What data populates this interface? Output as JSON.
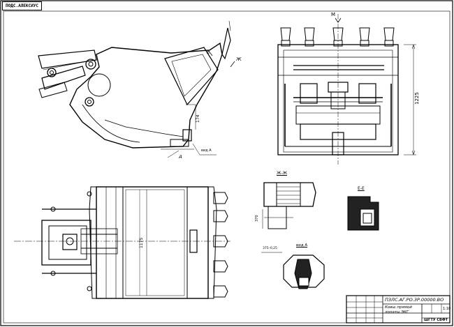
{
  "corner_stamp": "ПОДС.АЛЕКСИУС",
  "title_block": {
    "doc_code": "ПЗЛС.АГ.РО.ЗР.00000.ВО",
    "name_line1": "Ковш прямой",
    "name_line2": "лопаты ЭКГ",
    "scale": "1:10",
    "organization": "ШГТУ СВФТ"
  },
  "labels": {
    "section_m": "М",
    "section_ee": "Е-Е",
    "section_zh": "Ж-Ж",
    "mark_e": "Е",
    "mark_zh": "Ж",
    "mark_a": "А",
    "view_a": "вид А",
    "dim_1225": "1225",
    "dim_1175": "1175",
    "dim_174": "174",
    "dim_370": "370",
    "dim_s": "375–0,25"
  },
  "colors": {
    "ink": "#000000",
    "paper": "#ffffff"
  }
}
